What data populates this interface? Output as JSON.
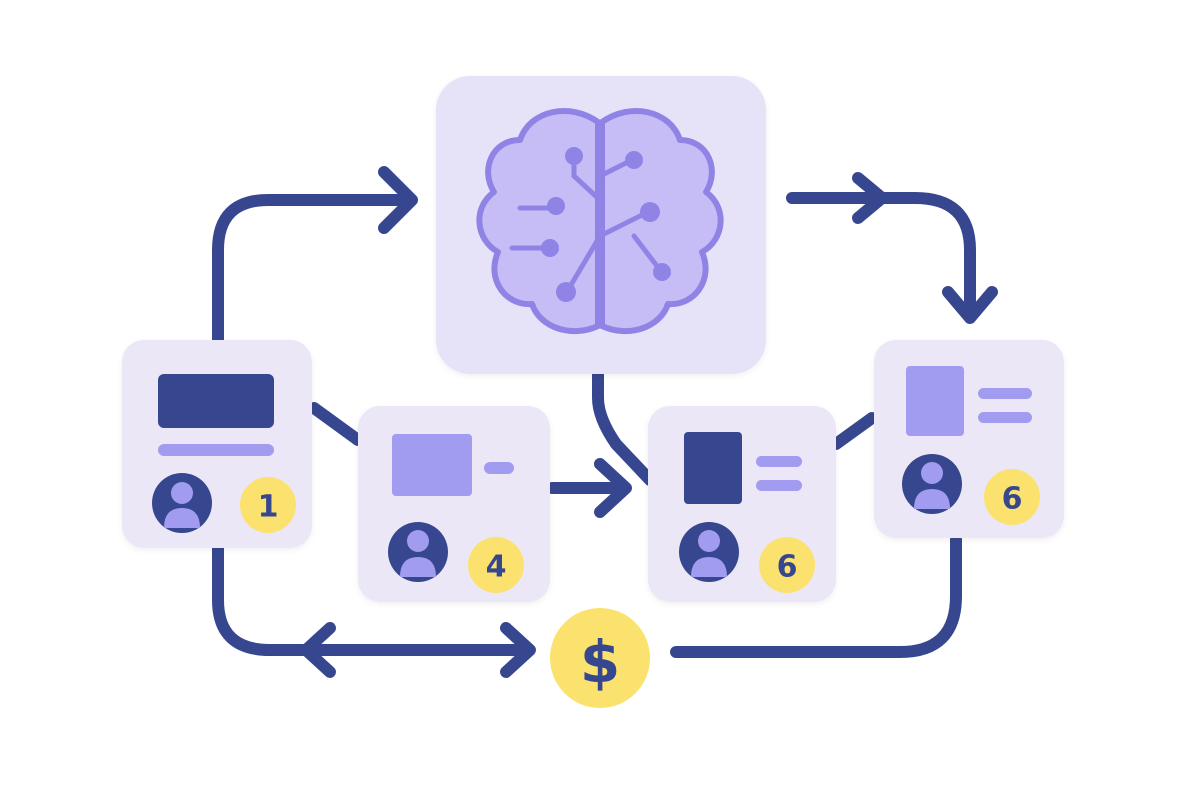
{
  "colors": {
    "navy": "#37478f",
    "lavender": "#a29cf0",
    "card_bg": "#ebe7f6",
    "brain_card_bg": "#e6e2f7",
    "brain_fill": "#c7bdf6",
    "brain_stroke": "#8f84e6",
    "coin": "#fbe26e",
    "coin_text": "#37478f"
  },
  "icons": {
    "central": "brain-icon",
    "profile": "user-avatar-icon",
    "payment": "dollar-coin-icon"
  },
  "cards": [
    {
      "id": "card-1",
      "rating": "1"
    },
    {
      "id": "card-2",
      "rating": "4"
    },
    {
      "id": "card-3",
      "rating": "6"
    },
    {
      "id": "card-4",
      "rating": "6"
    }
  ],
  "payment": {
    "symbol": "$"
  }
}
